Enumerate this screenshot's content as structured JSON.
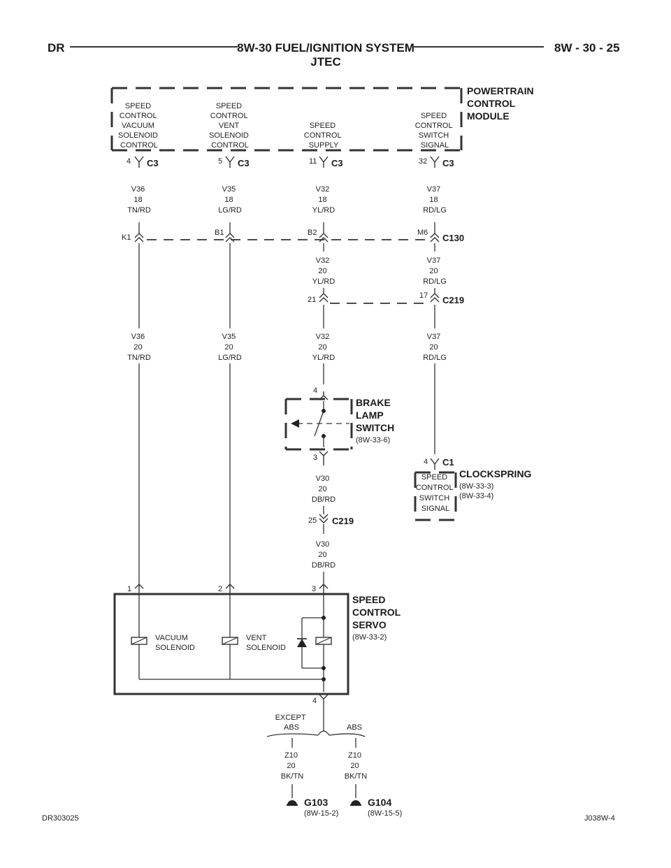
{
  "header": {
    "left": "DR",
    "title_line1": "8W-30 FUEL/IGNITION SYSTEM",
    "title_line2": "JTEC",
    "right": "8W - 30 - 25"
  },
  "pcm": {
    "name": [
      "POWERTRAIN",
      "CONTROL",
      "MODULE"
    ],
    "pins": [
      {
        "label": [
          "SPEED",
          "CONTROL",
          "VACUUM",
          "SOLENOID",
          "CONTROL"
        ],
        "pin": "4",
        "connector": "C3",
        "wire": [
          "V36",
          "18",
          "TN/RD"
        ],
        "c130_pin": "K1"
      },
      {
        "label": [
          "SPEED",
          "CONTROL",
          "VENT",
          "SOLENOID",
          "CONTROL"
        ],
        "pin": "5",
        "connector": "C3",
        "wire": [
          "V35",
          "18",
          "LG/RD"
        ],
        "c130_pin": "B1"
      },
      {
        "label": [
          "SPEED",
          "CONTROL",
          "SUPPLY"
        ],
        "pin": "11",
        "connector": "C3",
        "wire": [
          "V32",
          "18",
          "YL/RD"
        ],
        "c130_pin": "B2"
      },
      {
        "label": [
          "SPEED",
          "CONTROL",
          "SWITCH",
          "SIGNAL"
        ],
        "pin": "32",
        "connector": "C3",
        "wire": [
          "V37",
          "18",
          "RD/LG"
        ],
        "c130_pin": "M6"
      }
    ]
  },
  "c130": {
    "name": "C130"
  },
  "mid_wires": {
    "v32": [
      "V32",
      "20",
      "YL/RD"
    ],
    "v37": [
      "V37",
      "20",
      "RD/LG"
    ]
  },
  "c219_top": {
    "name": "C219",
    "pin_left": "21",
    "pin_right": "17"
  },
  "lower_wires": [
    [
      "V36",
      "20",
      "TN/RD"
    ],
    [
      "V35",
      "20",
      "LG/RD"
    ],
    [
      "V32",
      "20",
      "YL/RD"
    ],
    [
      "V37",
      "20",
      "RD/LG"
    ]
  ],
  "brake_switch": {
    "name": [
      "BRAKE",
      "LAMP",
      "SWITCH"
    ],
    "ref": "(8W-33-6)",
    "pin_in": "4",
    "pin_out": "3"
  },
  "v30_a": [
    "V30",
    "20",
    "DB/RD"
  ],
  "c219_bottom": {
    "name": "C219",
    "pin": "25"
  },
  "v30_b": [
    "V30",
    "20",
    "DB/RD"
  ],
  "clockspring": {
    "name": "CLOCKSPRING",
    "refs": [
      "(8W-33-3)",
      "(8W-33-4)"
    ],
    "pin": "4",
    "connector": "C1",
    "label": [
      "SPEED",
      "CONTROL",
      "SWITCH",
      "SIGNAL"
    ]
  },
  "servo": {
    "name": [
      "SPEED",
      "CONTROL",
      "SERVO"
    ],
    "ref": "(8W-33-2)",
    "pins": [
      "1",
      "2",
      "3"
    ],
    "ground_pin": "4",
    "vacuum_label": [
      "VACUUM",
      "SOLENOID"
    ],
    "vent_label": [
      "VENT",
      "SOLENOID"
    ]
  },
  "ground_split": {
    "left_label": [
      "EXCEPT",
      "ABS"
    ],
    "right_label": "ABS",
    "left_wire": [
      "Z10",
      "20",
      "BK/TN"
    ],
    "right_wire": [
      "Z10",
      "20",
      "BK/TN"
    ]
  },
  "grounds": [
    {
      "name": "G103",
      "ref": "(8W-15-2)"
    },
    {
      "name": "G104",
      "ref": "(8W-15-5)"
    }
  ],
  "footer": {
    "left": "DR303025",
    "right": "J038W-4"
  }
}
